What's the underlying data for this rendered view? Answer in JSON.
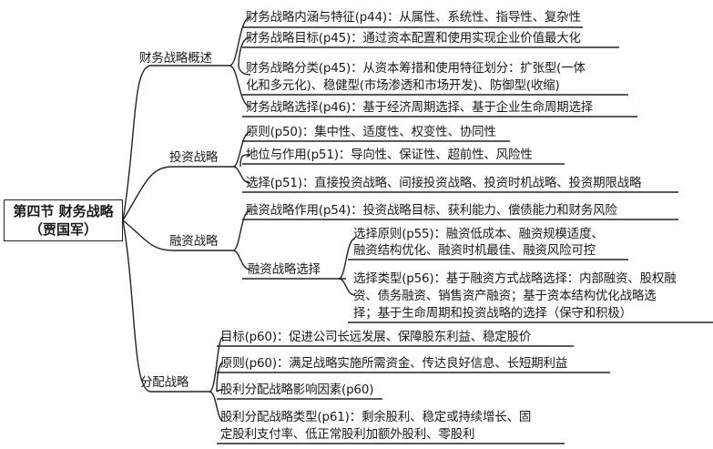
{
  "root": {
    "line1": "第四节 财务战略",
    "line2": "（贾国军）"
  },
  "branches": [
    {
      "label": "财务战略概述",
      "items": [
        "财务战略内涵与特征(p44)：从属性、系统性、指导性、复杂性",
        "财务战略目标(p45)：通过资本配置和使用实现企业价值最大化",
        "财务战略分类(p45)：从资本筹措和使用特征划分：扩张型(一体",
        "化和多元化)、稳健型(市场渗透和市场开发)、防御型(收缩)",
        "财务战略选择(p46)：基于经济周期选择、基于企业生命周期选择"
      ]
    },
    {
      "label": "投资战略",
      "items": [
        "原则(p50)：集中性、适度性、权变性、协同性",
        "地位与作用(p51)：导向性、保证性、超前性、风险性",
        "选择(p51)：直接投资战略、间接投资战略、投资时机战略、投资期限战略"
      ]
    },
    {
      "label": "融资战略",
      "items": [
        "融资战略作用(p54)：投资战略目标、获利能力、偿债能力和财务风险",
        "融资战略选择"
      ],
      "sub_items": [
        "选择原则(p55)：融资低成本、融资规模适度、",
        "融资结构优化、融资时机最佳、融资风险可控",
        "选择类型(p56)：基于融资方式战略选择：内部融资、股权融",
        "资、债务融资、销售资产融资；基于资本结构优化战略选",
        "择；基于生命周期和投资战略的选择（保守和积极）"
      ]
    },
    {
      "label": "分配战略",
      "items": [
        "目标(p60)：促进公司长远发展、保障股东利益、稳定股价",
        "原则(p60)：满足战略实施所需资金、传达良好信息、长短期利益",
        "股利分配战略影响因素(p60)",
        "股利分配战略类型(p61)：剩余股利、稳定或持续增长、固",
        "定股利支付率、低正常股利加额外股利、零股利"
      ]
    }
  ]
}
